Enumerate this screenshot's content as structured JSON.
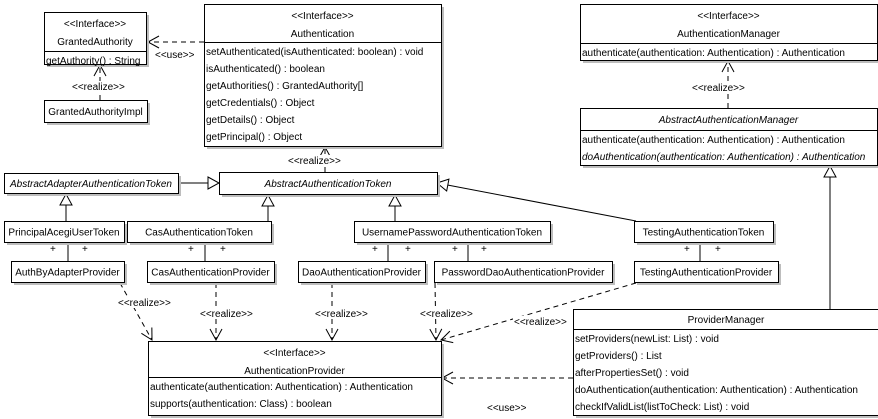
{
  "diagram": {
    "classes": [
      {
        "stereotype": "<<Interface>>",
        "name": "GrantedAuthority",
        "methods": [
          {
            "text": "getAuthority() : String"
          }
        ]
      },
      {
        "name": "GrantedAuthorityImpl",
        "methods": []
      },
      {
        "stereotype": "<<Interface>>",
        "name": "Authentication",
        "methods": [
          {
            "text": "setAuthenticated(isAuthenticated: boolean) : void"
          },
          {
            "text": "isAuthenticated() : boolean"
          },
          {
            "text": "getAuthorities() : GrantedAuthority[]"
          },
          {
            "text": "getCredentials() : Object"
          },
          {
            "text": "getDetails() : Object"
          },
          {
            "text": "getPrincipal() : Object"
          }
        ]
      },
      {
        "stereotype": "<<Interface>>",
        "name": "AuthenticationManager",
        "methods": [
          {
            "text": "authenticate(authentication: Authentication) : Authentication"
          }
        ]
      },
      {
        "name": "AbstractAuthenticationManager",
        "abstract": true,
        "methods": [
          {
            "text": "authenticate(authentication: Authentication) : Authentication"
          },
          {
            "text": "doAuthentication(authentication: Authentication) : Authentication",
            "abstract": true
          }
        ]
      },
      {
        "name": "AbstractAdapterAuthenticationToken",
        "abstract": true,
        "methods": []
      },
      {
        "name": "AbstractAuthenticationToken",
        "abstract": true,
        "methods": []
      },
      {
        "name": "PrincipalAcegiUserToken",
        "methods": []
      },
      {
        "name": "CasAuthenticationToken",
        "methods": []
      },
      {
        "name": "UsernamePasswordAuthenticationToken",
        "methods": []
      },
      {
        "name": "TestingAuthenticationToken",
        "methods": []
      },
      {
        "name": "AuthByAdapterProvider",
        "methods": []
      },
      {
        "name": "CasAuthenticationProvider",
        "methods": []
      },
      {
        "name": "DaoAuthenticationProvider",
        "methods": []
      },
      {
        "name": "PasswordDaoAuthenticationProvider",
        "methods": []
      },
      {
        "name": "TestingAuthenticationProvider",
        "methods": []
      },
      {
        "stereotype": "<<Interface>>",
        "name": "AuthenticationProvider",
        "methods": [
          {
            "text": "authenticate(authentication: Authentication) : Authentication"
          },
          {
            "text": "supports(authentication: Class) : boolean"
          }
        ]
      },
      {
        "name": "ProviderManager",
        "methods": [
          {
            "text": "setProviders(newList: List) : void"
          },
          {
            "text": "getProviders() : List"
          },
          {
            "text": "afterPropertiesSet() : void"
          },
          {
            "text": "doAuthentication(authentication: Authentication) : Authentication"
          },
          {
            "text": "checkIfValidList(listToCheck: List) : void"
          }
        ]
      }
    ],
    "relations": [
      {
        "kind": "use",
        "from": "Authentication",
        "to": "GrantedAuthority",
        "label": "<<use>>"
      },
      {
        "kind": "realize",
        "from": "GrantedAuthorityImpl",
        "to": "GrantedAuthority",
        "label": "<<realize>>"
      },
      {
        "kind": "realize",
        "from": "AbstractAuthenticationToken",
        "to": "Authentication",
        "label": "<<realize>>"
      },
      {
        "kind": "realize",
        "from": "AbstractAuthenticationManager",
        "to": "AuthenticationManager",
        "label": "<<realize>>"
      },
      {
        "kind": "generalize",
        "from": "AbstractAdapterAuthenticationToken",
        "to": "AbstractAuthenticationToken"
      },
      {
        "kind": "generalize",
        "from": "PrincipalAcegiUserToken",
        "to": "AbstractAdapterAuthenticationToken"
      },
      {
        "kind": "generalize",
        "from": "CasAuthenticationToken",
        "to": "AbstractAuthenticationToken"
      },
      {
        "kind": "generalize",
        "from": "UsernamePasswordAuthenticationToken",
        "to": "AbstractAuthenticationToken"
      },
      {
        "kind": "generalize",
        "from": "TestingAuthenticationToken",
        "to": "AbstractAuthenticationToken"
      },
      {
        "kind": "generalize",
        "from": "ProviderManager",
        "to": "AbstractAuthenticationManager"
      },
      {
        "kind": "association",
        "from": "PrincipalAcegiUserToken",
        "to": "AuthByAdapterProvider",
        "ends": [
          "+",
          "+"
        ]
      },
      {
        "kind": "association",
        "from": "CasAuthenticationToken",
        "to": "CasAuthenticationProvider",
        "ends": [
          "+",
          "+"
        ]
      },
      {
        "kind": "association",
        "from": "UsernamePasswordAuthenticationToken",
        "to": "DaoAuthenticationProvider",
        "ends": [
          "+",
          "+"
        ]
      },
      {
        "kind": "association",
        "from": "UsernamePasswordAuthenticationToken",
        "to": "PasswordDaoAuthenticationProvider",
        "ends": [
          "+",
          "+"
        ]
      },
      {
        "kind": "association",
        "from": "TestingAuthenticationToken",
        "to": "TestingAuthenticationProvider",
        "ends": [
          "+",
          "+"
        ]
      },
      {
        "kind": "realize",
        "from": "AuthByAdapterProvider",
        "to": "AuthenticationProvider",
        "label": "<<realize>>"
      },
      {
        "kind": "realize",
        "from": "CasAuthenticationProvider",
        "to": "AuthenticationProvider",
        "label": "<<realize>>"
      },
      {
        "kind": "realize",
        "from": "DaoAuthenticationProvider",
        "to": "AuthenticationProvider",
        "label": "<<realize>>"
      },
      {
        "kind": "realize",
        "from": "PasswordDaoAuthenticationProvider",
        "to": "AuthenticationProvider",
        "label": "<<realize>>"
      },
      {
        "kind": "realize",
        "from": "TestingAuthenticationProvider",
        "to": "AuthenticationProvider",
        "label": "<<realize>>"
      },
      {
        "kind": "use",
        "from": "ProviderManager",
        "to": "AuthenticationProvider",
        "label": "<<use>>"
      }
    ]
  }
}
